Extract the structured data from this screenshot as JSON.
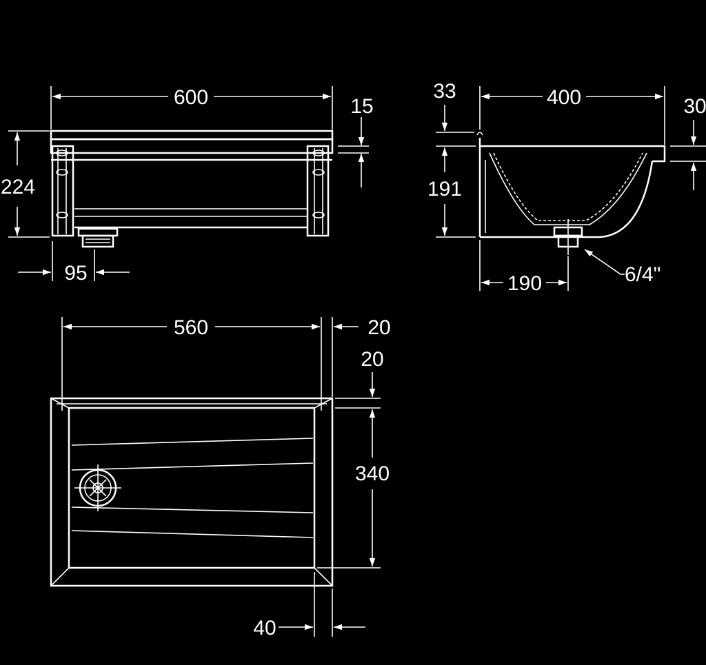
{
  "front_view": {
    "width_label": "600",
    "rim_label": "15",
    "height_label": "224",
    "drain_offset_label": "95"
  },
  "side_view": {
    "top_label": "33",
    "depth_label": "400",
    "rim_label": "30",
    "height_label": "191",
    "drain_offset_label": "190",
    "drain_size_label": "6/4\""
  },
  "top_view": {
    "inner_width_label": "560",
    "right_margin_label": "20",
    "top_margin_label": "20",
    "inner_depth_label": "340",
    "rim_label": "40"
  }
}
